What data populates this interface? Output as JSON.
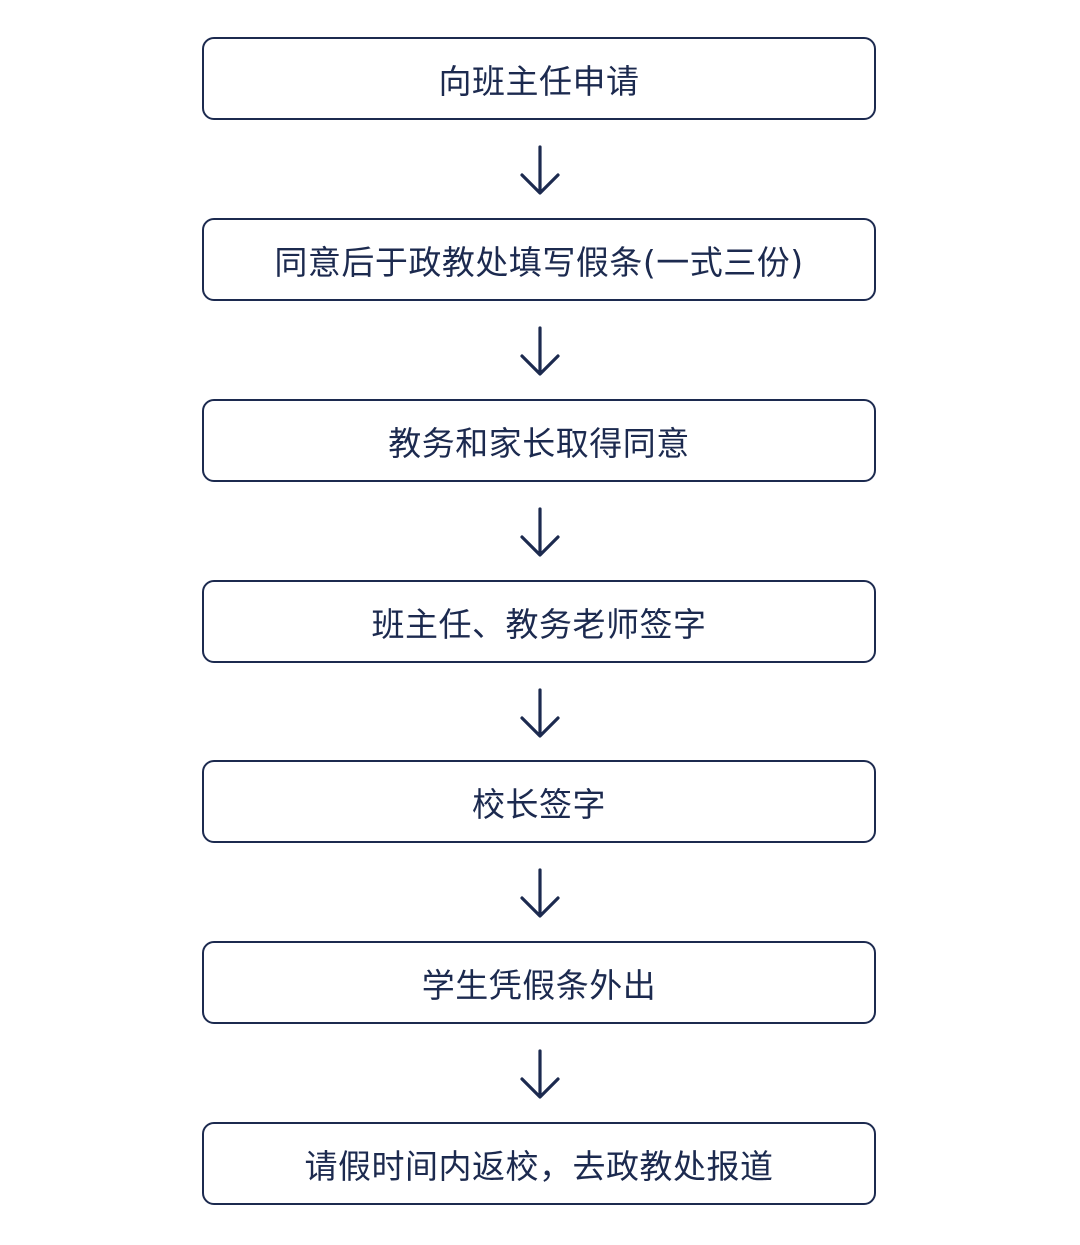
{
  "colors": {
    "stroke": "#1c2a4f",
    "text": "#1c2a4f",
    "background": "#ffffff"
  },
  "steps": [
    {
      "label": "向班主任申请"
    },
    {
      "label": "同意后于政教处填写假条(一式三份)"
    },
    {
      "label": "教务和家长取得同意"
    },
    {
      "label": "班主任、教务老师签字"
    },
    {
      "label": "校长签字"
    },
    {
      "label": "学生凭假条外出"
    },
    {
      "label": "请假时间内返校，去政教处报道"
    }
  ],
  "connector_icon": "arrow-down-icon"
}
